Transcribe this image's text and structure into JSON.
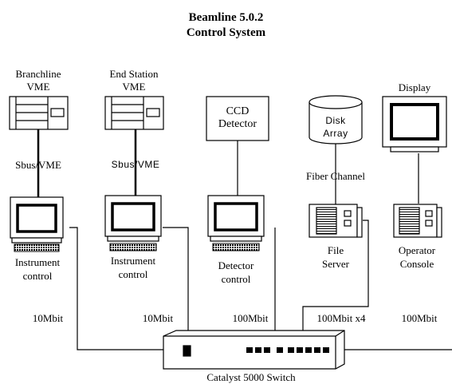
{
  "title": {
    "line1": "Beamline 5.0.2",
    "line2": "Control System"
  },
  "nodes": {
    "branchline_vme": {
      "line1": "Branchline",
      "line2": "VME"
    },
    "end_station_vme": {
      "line1": "End Station",
      "line2": "VME"
    },
    "ccd_detector": {
      "line1": "CCD",
      "line2": "Detector"
    },
    "disk_array": {
      "line1": "Disk",
      "line2": "Array"
    },
    "display": {
      "label": "Display"
    },
    "instrument_control_1": {
      "line1": "Instrument",
      "line2": "control"
    },
    "instrument_control_2": {
      "line1": "Instrument",
      "line2": "control"
    },
    "detector_control": {
      "line1": "Detector",
      "line2": "control"
    },
    "file_server": {
      "line1": "File",
      "line2": "Server"
    },
    "operator_console": {
      "line1": "Operator",
      "line2": "Console"
    },
    "switch": {
      "label": "Catalyst 5000 Switch"
    }
  },
  "links": {
    "sbus_1": "Sbus/VME",
    "sbus_2": "Sbus/VME",
    "fiber": "Fiber Channel",
    "speed_1": "10Mbit",
    "speed_2": "10Mbit",
    "speed_3": "100Mbit",
    "speed_4": "100Mbit x4",
    "speed_5": "100Mbit"
  }
}
